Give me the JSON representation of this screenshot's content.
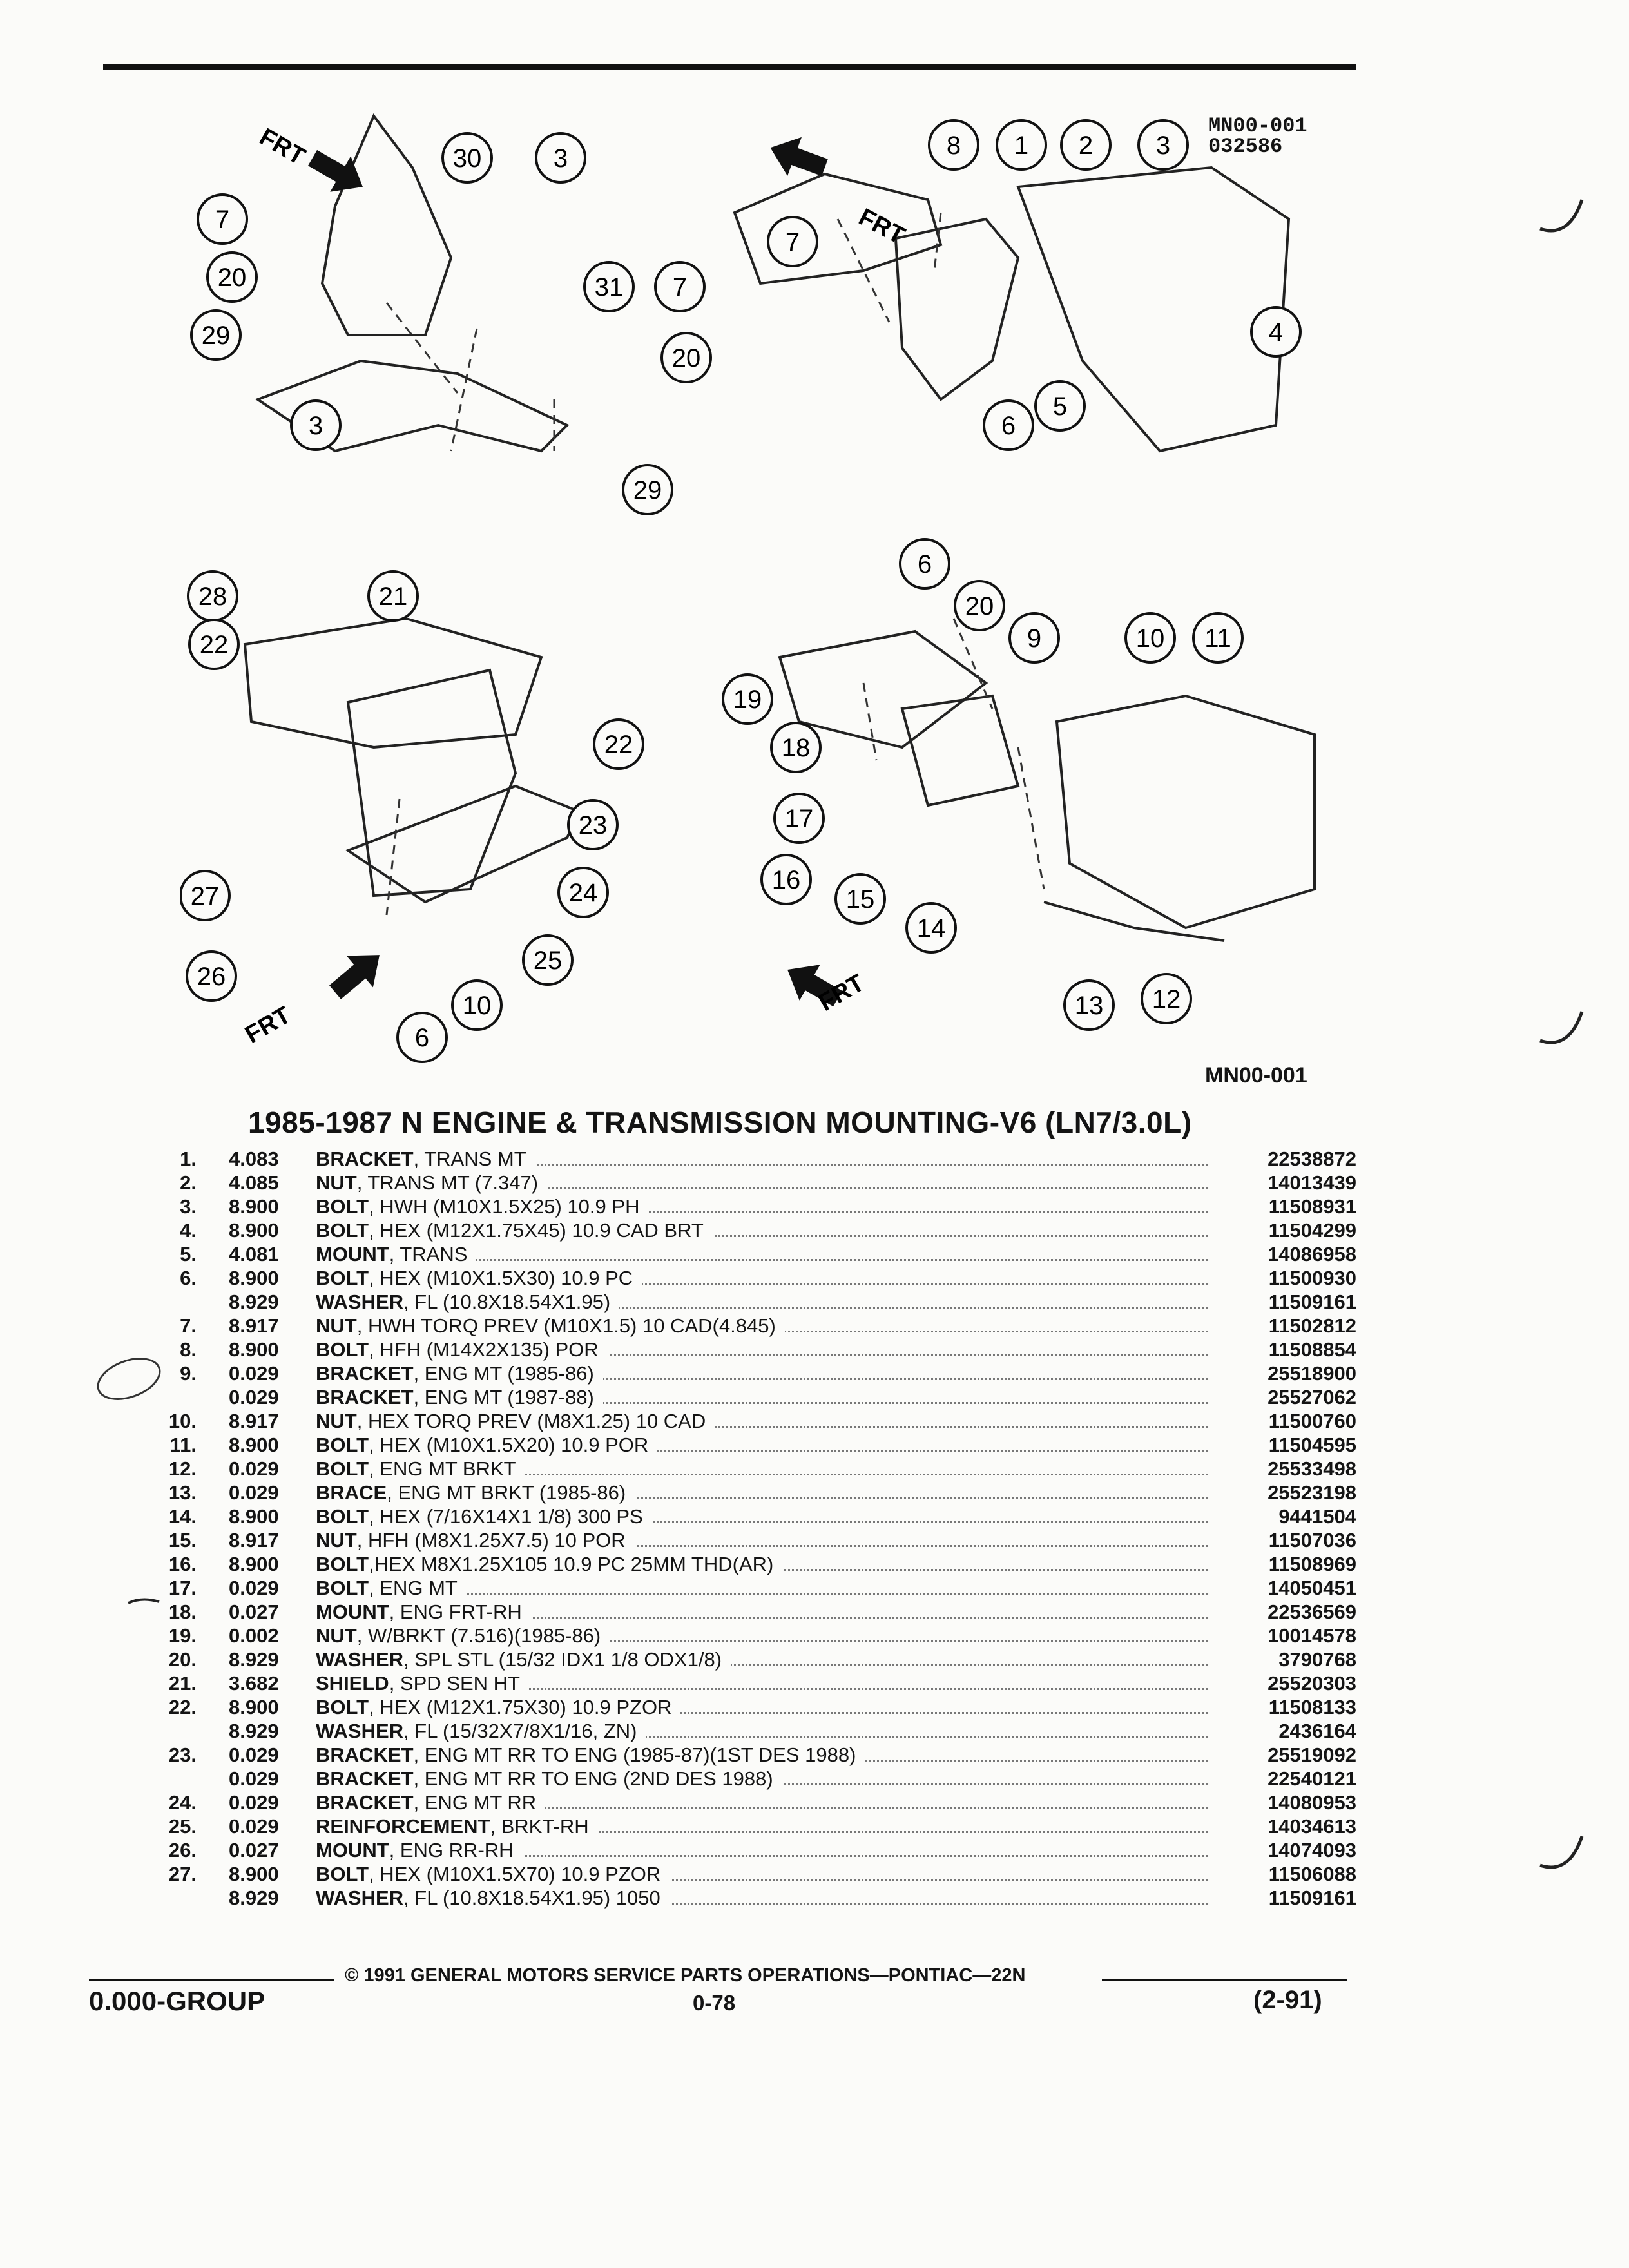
{
  "figure": {
    "id_top": "MN00-001",
    "id_top_sub": "032586",
    "id_bottom": "MN00-001",
    "direction_label": "FRT",
    "callouts": {
      "upper_left": [
        "30",
        "3",
        "7",
        "20",
        "29",
        "31",
        "7",
        "20",
        "3",
        "29"
      ],
      "upper_right": [
        "8",
        "1",
        "2",
        "3",
        "7",
        "4",
        "5",
        "6"
      ],
      "lower_left": [
        "28",
        "21",
        "22",
        "22",
        "23",
        "24",
        "27",
        "26",
        "25",
        "10",
        "6"
      ],
      "lower_right": [
        "6",
        "20",
        "9",
        "10",
        "11",
        "19",
        "18",
        "17",
        "16",
        "15",
        "14",
        "13",
        "12"
      ]
    }
  },
  "title": "1985-1987 N ENGINE & TRANSMISSION MOUNTING-V6 (LN7/3.0L)",
  "parts": [
    {
      "num": "1.",
      "level": "4.083",
      "name": "BRACKET",
      "desc": ", TRANS MT",
      "pn": "22538872"
    },
    {
      "num": "2.",
      "level": "4.085",
      "name": "NUT",
      "desc": ", TRANS MT (7.347)",
      "pn": "14013439"
    },
    {
      "num": "3.",
      "level": "8.900",
      "name": "BOLT",
      "desc": ", HWH (M10X1.5X25) 10.9 PH",
      "pn": "11508931"
    },
    {
      "num": "4.",
      "level": "8.900",
      "name": "BOLT",
      "desc": ", HEX (M12X1.75X45) 10.9 CAD BRT",
      "pn": "11504299"
    },
    {
      "num": "5.",
      "level": "4.081",
      "name": "MOUNT",
      "desc": ", TRANS",
      "pn": "14086958"
    },
    {
      "num": "6.",
      "level": "8.900",
      "name": "BOLT",
      "desc": ", HEX (M10X1.5X30) 10.9 PC",
      "pn": "11500930"
    },
    {
      "num": "",
      "level": "8.929",
      "name": "WASHER",
      "desc": ", FL (10.8X18.54X1.95)",
      "pn": "11509161"
    },
    {
      "num": "7.",
      "level": "8.917",
      "name": "NUT",
      "desc": ", HWH TORQ PREV (M10X1.5) 10 CAD(4.845)",
      "pn": "11502812"
    },
    {
      "num": "8.",
      "level": "8.900",
      "name": "BOLT",
      "desc": ", HFH (M14X2X135) POR",
      "pn": "11508854"
    },
    {
      "num": "9.",
      "level": "0.029",
      "name": "BRACKET",
      "desc": ", ENG MT (1985-86)",
      "pn": "25518900"
    },
    {
      "num": "",
      "level": "0.029",
      "name": "BRACKET",
      "desc": ", ENG MT (1987-88)",
      "pn": "25527062"
    },
    {
      "num": "10.",
      "level": "8.917",
      "name": "NUT",
      "desc": ", HEX TORQ PREV (M8X1.25) 10 CAD",
      "pn": "11500760"
    },
    {
      "num": "11.",
      "level": "8.900",
      "name": "BOLT",
      "desc": ", HEX (M10X1.5X20) 10.9 POR",
      "pn": "11504595"
    },
    {
      "num": "12.",
      "level": "0.029",
      "name": "BOLT",
      "desc": ", ENG MT BRKT",
      "pn": "25533498"
    },
    {
      "num": "13.",
      "level": "0.029",
      "name": "BRACE",
      "desc": ", ENG MT BRKT (1985-86)",
      "pn": "25523198"
    },
    {
      "num": "14.",
      "level": "8.900",
      "name": "BOLT",
      "desc": ", HEX (7/16X14X1 1/8) 300 PS",
      "pn": "9441504"
    },
    {
      "num": "15.",
      "level": "8.917",
      "name": "NUT",
      "desc": ", HFH (M8X1.25X7.5) 10 POR",
      "pn": "11507036"
    },
    {
      "num": "16.",
      "level": "8.900",
      "name": "BOLT",
      "desc": ",HEX M8X1.25X105 10.9 PC 25MM THD(AR)",
      "pn": "11508969"
    },
    {
      "num": "17.",
      "level": "0.029",
      "name": "BOLT",
      "desc": ", ENG MT",
      "pn": "14050451"
    },
    {
      "num": "18.",
      "level": "0.027",
      "name": "MOUNT",
      "desc": ", ENG FRT-RH",
      "pn": "22536569"
    },
    {
      "num": "19.",
      "level": "0.002",
      "name": "NUT",
      "desc": ", W/BRKT (7.516)(1985-86)",
      "pn": "10014578"
    },
    {
      "num": "20.",
      "level": "8.929",
      "name": "WASHER",
      "desc": ", SPL STL (15/32 IDX1 1/8 ODX1/8)",
      "pn": "3790768"
    },
    {
      "num": "21.",
      "level": "3.682",
      "name": "SHIELD",
      "desc": ", SPD SEN HT",
      "pn": "25520303"
    },
    {
      "num": "22.",
      "level": "8.900",
      "name": "BOLT",
      "desc": ", HEX (M12X1.75X30) 10.9 PZOR",
      "pn": "11508133"
    },
    {
      "num": "",
      "level": "8.929",
      "name": "WASHER",
      "desc": ", FL (15/32X7/8X1/16, ZN)",
      "pn": "2436164"
    },
    {
      "num": "23.",
      "level": "0.029",
      "name": "BRACKET",
      "desc": ", ENG MT RR TO ENG (1985-87)(1ST DES 1988)",
      "pn": "25519092"
    },
    {
      "num": "",
      "level": "0.029",
      "name": "BRACKET",
      "desc": ", ENG MT RR TO ENG (2ND DES 1988)",
      "pn": "22540121"
    },
    {
      "num": "24.",
      "level": "0.029",
      "name": "BRACKET",
      "desc": ", ENG MT RR",
      "pn": "14080953"
    },
    {
      "num": "25.",
      "level": "0.029",
      "name": "REINFORCEMENT",
      "desc": ", BRKT-RH",
      "pn": "14034613"
    },
    {
      "num": "26.",
      "level": "0.027",
      "name": "MOUNT",
      "desc": ", ENG RR-RH",
      "pn": "14074093"
    },
    {
      "num": "27.",
      "level": "8.900",
      "name": "BOLT",
      "desc": ", HEX (M10X1.5X70) 10.9 PZOR",
      "pn": "11506088"
    },
    {
      "num": "",
      "level": "8.929",
      "name": "WASHER",
      "desc": ", FL (10.8X18.54X1.95) 1050",
      "pn": "11509161"
    }
  ],
  "footer": {
    "copyright": "© 1991 GENERAL MOTORS SERVICE PARTS OPERATIONS—PONTIAC—22N",
    "group": "0.000-GROUP",
    "page": "0-78",
    "date": "(2-91)"
  }
}
